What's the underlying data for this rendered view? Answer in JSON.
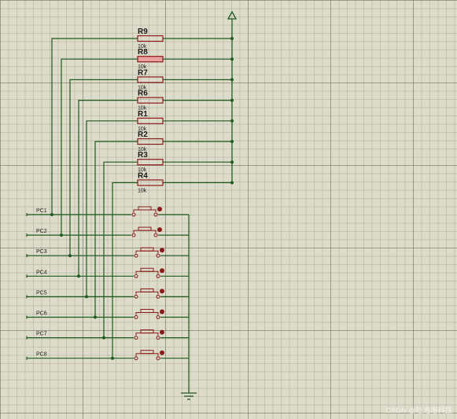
{
  "resistors": [
    {
      "ref": "R9",
      "value": "10k"
    },
    {
      "ref": "R8",
      "value": "10k"
    },
    {
      "ref": "R7",
      "value": "10k"
    },
    {
      "ref": "R6",
      "value": "10k"
    },
    {
      "ref": "R1",
      "value": "10k"
    },
    {
      "ref": "R2",
      "value": "10k"
    },
    {
      "ref": "R3",
      "value": "10k"
    },
    {
      "ref": "R4",
      "value": "10k"
    }
  ],
  "ports": [
    "PC1",
    "PC2",
    "PC3",
    "PC4",
    "PC5",
    "PC6",
    "PC7",
    "PC8"
  ],
  "watermark": "CSDN @吐泡泡科技",
  "colors": {
    "wire": "#1f5a1f",
    "component": "#8b1a1a",
    "highlight": "#e8a0a0",
    "background": "#dddcca"
  }
}
